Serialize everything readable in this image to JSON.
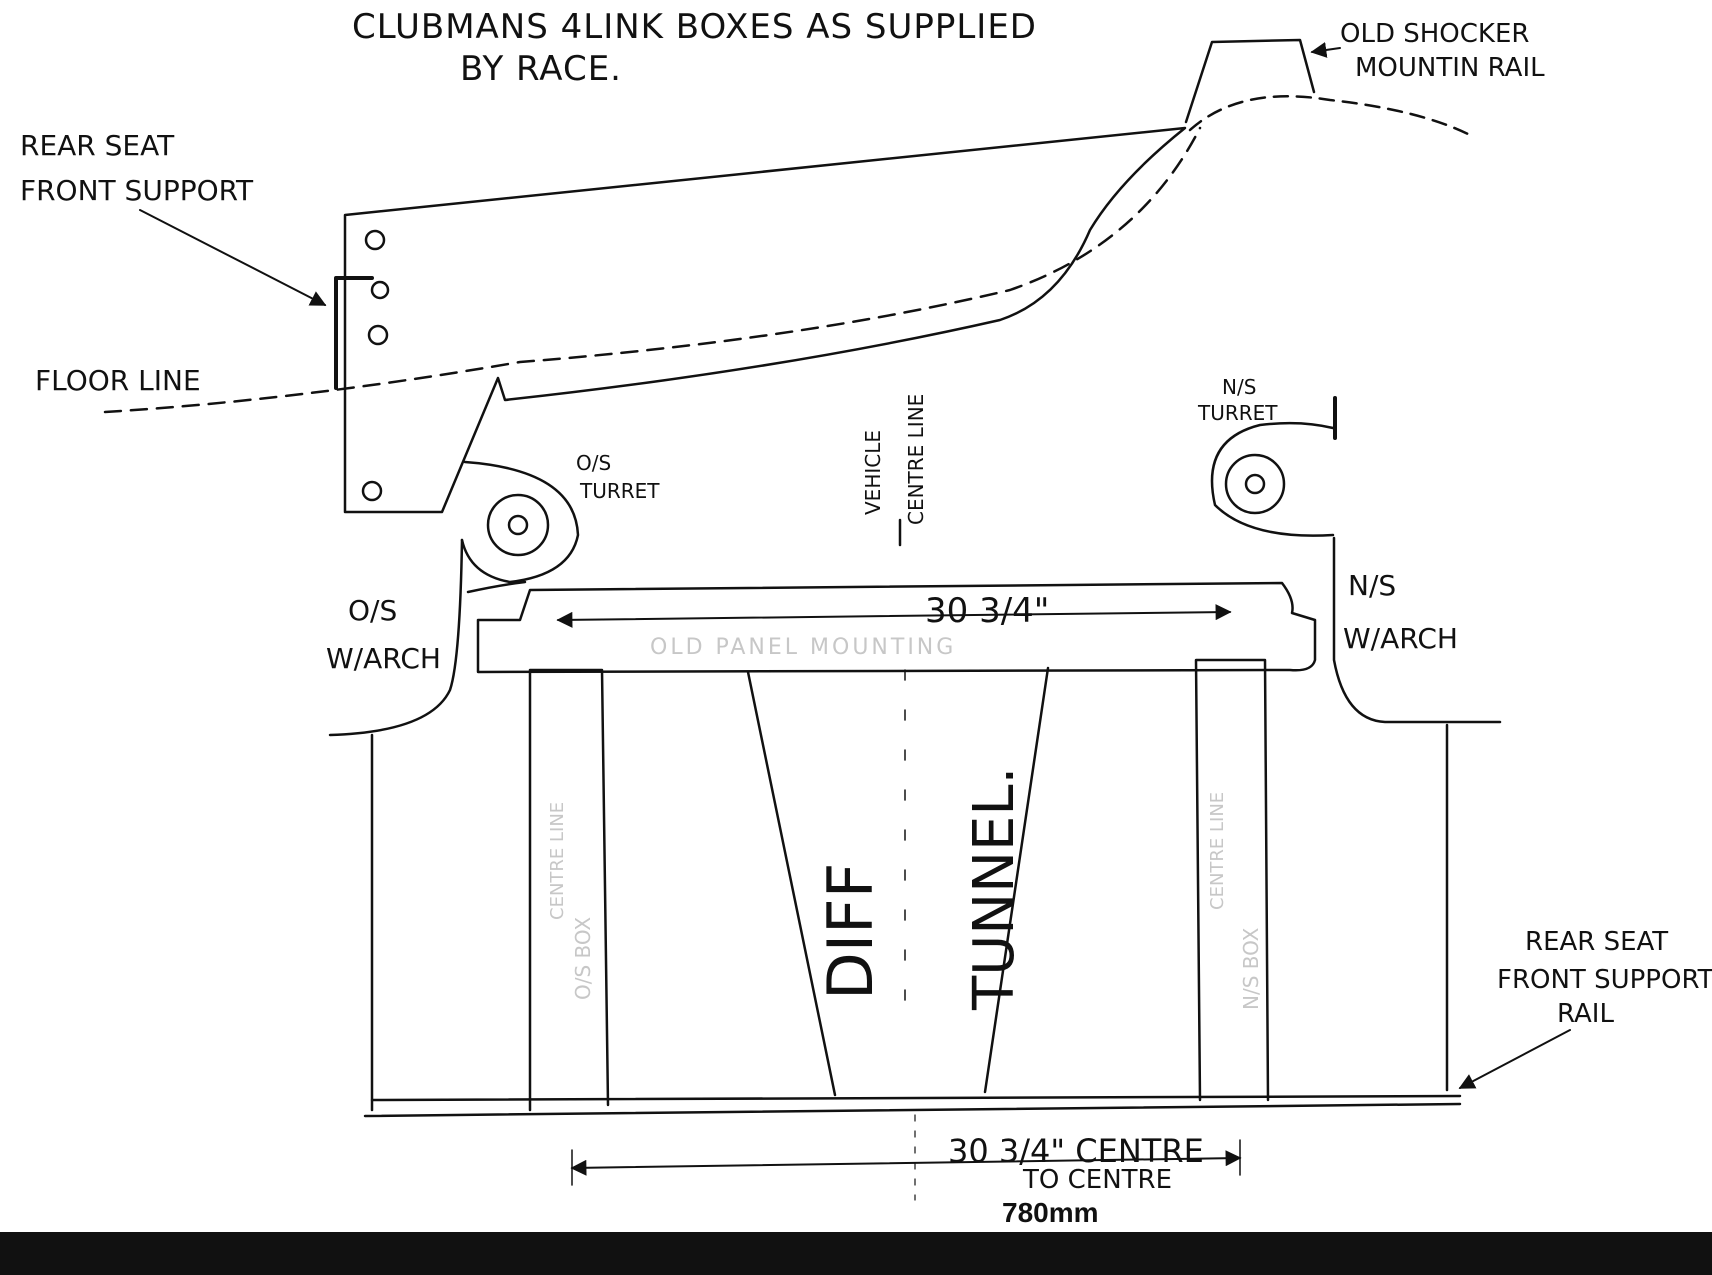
{
  "labels": {
    "title_line1": "CLUBMANS 4LINK BOXES AS SUPPLIED",
    "title_line2": "BY RACE.",
    "old_shocker_line1": "OLD SHOCKER",
    "old_shocker_line2": "MOUNTIN RAIL",
    "rear_seat_front_support_line1": "REAR SEAT",
    "rear_seat_front_support_line2": "FRONT SUPPORT",
    "floor_line": "FLOOR LINE",
    "vehicle": "VEHICLE",
    "centre_line": "CENTRE LINE",
    "os_turret_line1": "O/S",
    "os_turret_line2": "TURRET",
    "ns_turret_line1": "N/S",
    "ns_turret_line2": "TURRET",
    "os_warch_line1": "O/S",
    "os_warch_line2": "W/ARCH",
    "ns_warch_line1": "N/S",
    "ns_warch_line2": "W/ARCH",
    "top_dimension": "30 3/4\"",
    "old_panel_faint": "OLD PANEL MOUNTING",
    "os_box_centre_faint": "CENTRE LINE",
    "os_box_faint": "O/S BOX",
    "ns_box_centre_faint": "CENTRE LINE",
    "ns_box_faint": "N/S BOX",
    "diff": "DIFF",
    "tunnel": "TUNNEL.",
    "rear_seat_rail_line1": "REAR SEAT",
    "rear_seat_rail_line2": "FRONT SUPPORT",
    "rear_seat_rail_line3": "RAIL",
    "bottom_dimension_line1": "30 3/4\" CENTRE",
    "bottom_dimension_line2": "TO CENTRE",
    "metric": "780mm"
  },
  "colors": {
    "ink": "#111111",
    "faint": "#c7c7c7",
    "bar": "#111111"
  }
}
